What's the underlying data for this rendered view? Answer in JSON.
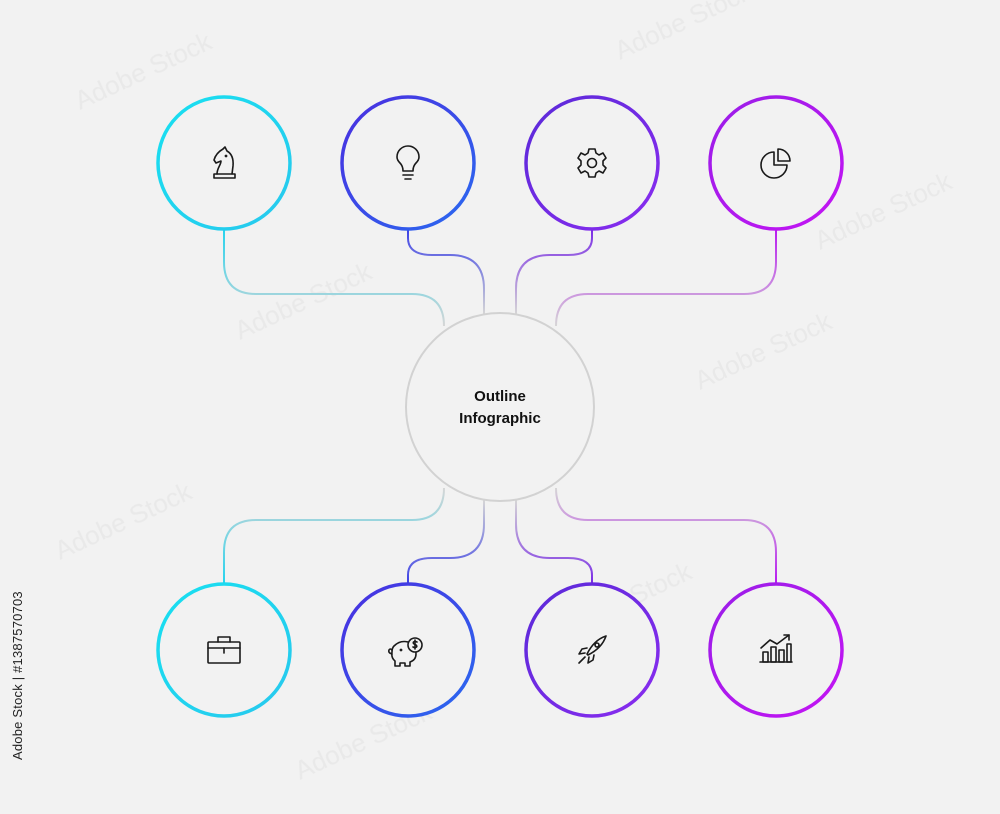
{
  "center": {
    "title_line1": "Outline",
    "title_line2": "Infographic"
  },
  "nodes_top": [
    {
      "icon": "chess-knight-icon",
      "color": "#22d3ee"
    },
    {
      "icon": "lightbulb-icon",
      "color": "#3b38e8"
    },
    {
      "icon": "gear-icon",
      "color": "#6d2fe0"
    },
    {
      "icon": "pie-chart-icon",
      "color": "#b61af0"
    }
  ],
  "nodes_bottom": [
    {
      "icon": "briefcase-icon",
      "color": "#22d3ee"
    },
    {
      "icon": "piggy-bank-dollar-icon",
      "color": "#3b38e8"
    },
    {
      "icon": "rocket-icon",
      "color": "#6d2fe0"
    },
    {
      "icon": "growth-bar-chart-icon",
      "color": "#b61af0"
    }
  ],
  "watermark": {
    "side_text": "Adobe Stock | #1387570703",
    "logo_text": "Adobe Stock"
  },
  "colors": {
    "background": "#f2f2f2",
    "connector": "#d6d6d6",
    "center_ring": "#d2d2d2"
  }
}
